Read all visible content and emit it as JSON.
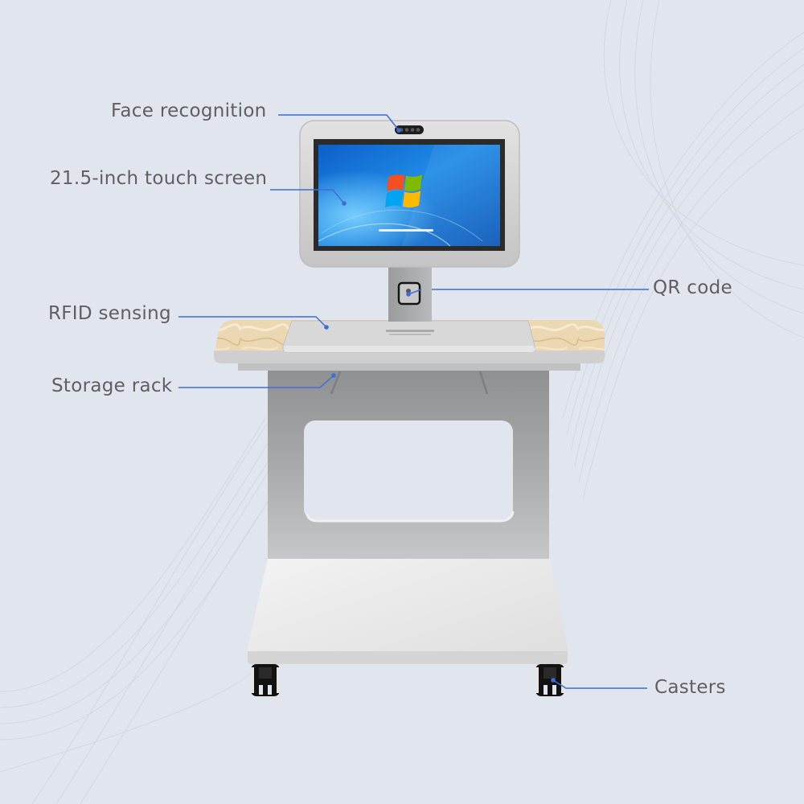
{
  "scene": {
    "background_color": "#e1e5ee",
    "product": "self-service kiosk cart"
  },
  "callouts": [
    {
      "id": "face",
      "label": "Face recognition"
    },
    {
      "id": "screen",
      "label": "21.5-inch touch screen"
    },
    {
      "id": "qr",
      "label": "QR code"
    },
    {
      "id": "rfid",
      "label": "RFID sensing"
    },
    {
      "id": "rack",
      "label": "Storage rack"
    },
    {
      "id": "casters",
      "label": "Casters"
    }
  ],
  "colors": {
    "callout_line": "#3c6fd6",
    "label_text": "#5e5f62",
    "frame_grey": "#a9aaab",
    "bezel": "#d2d2d2",
    "screen_blue": "#1a78d8",
    "wood": "#e9d3ae"
  }
}
